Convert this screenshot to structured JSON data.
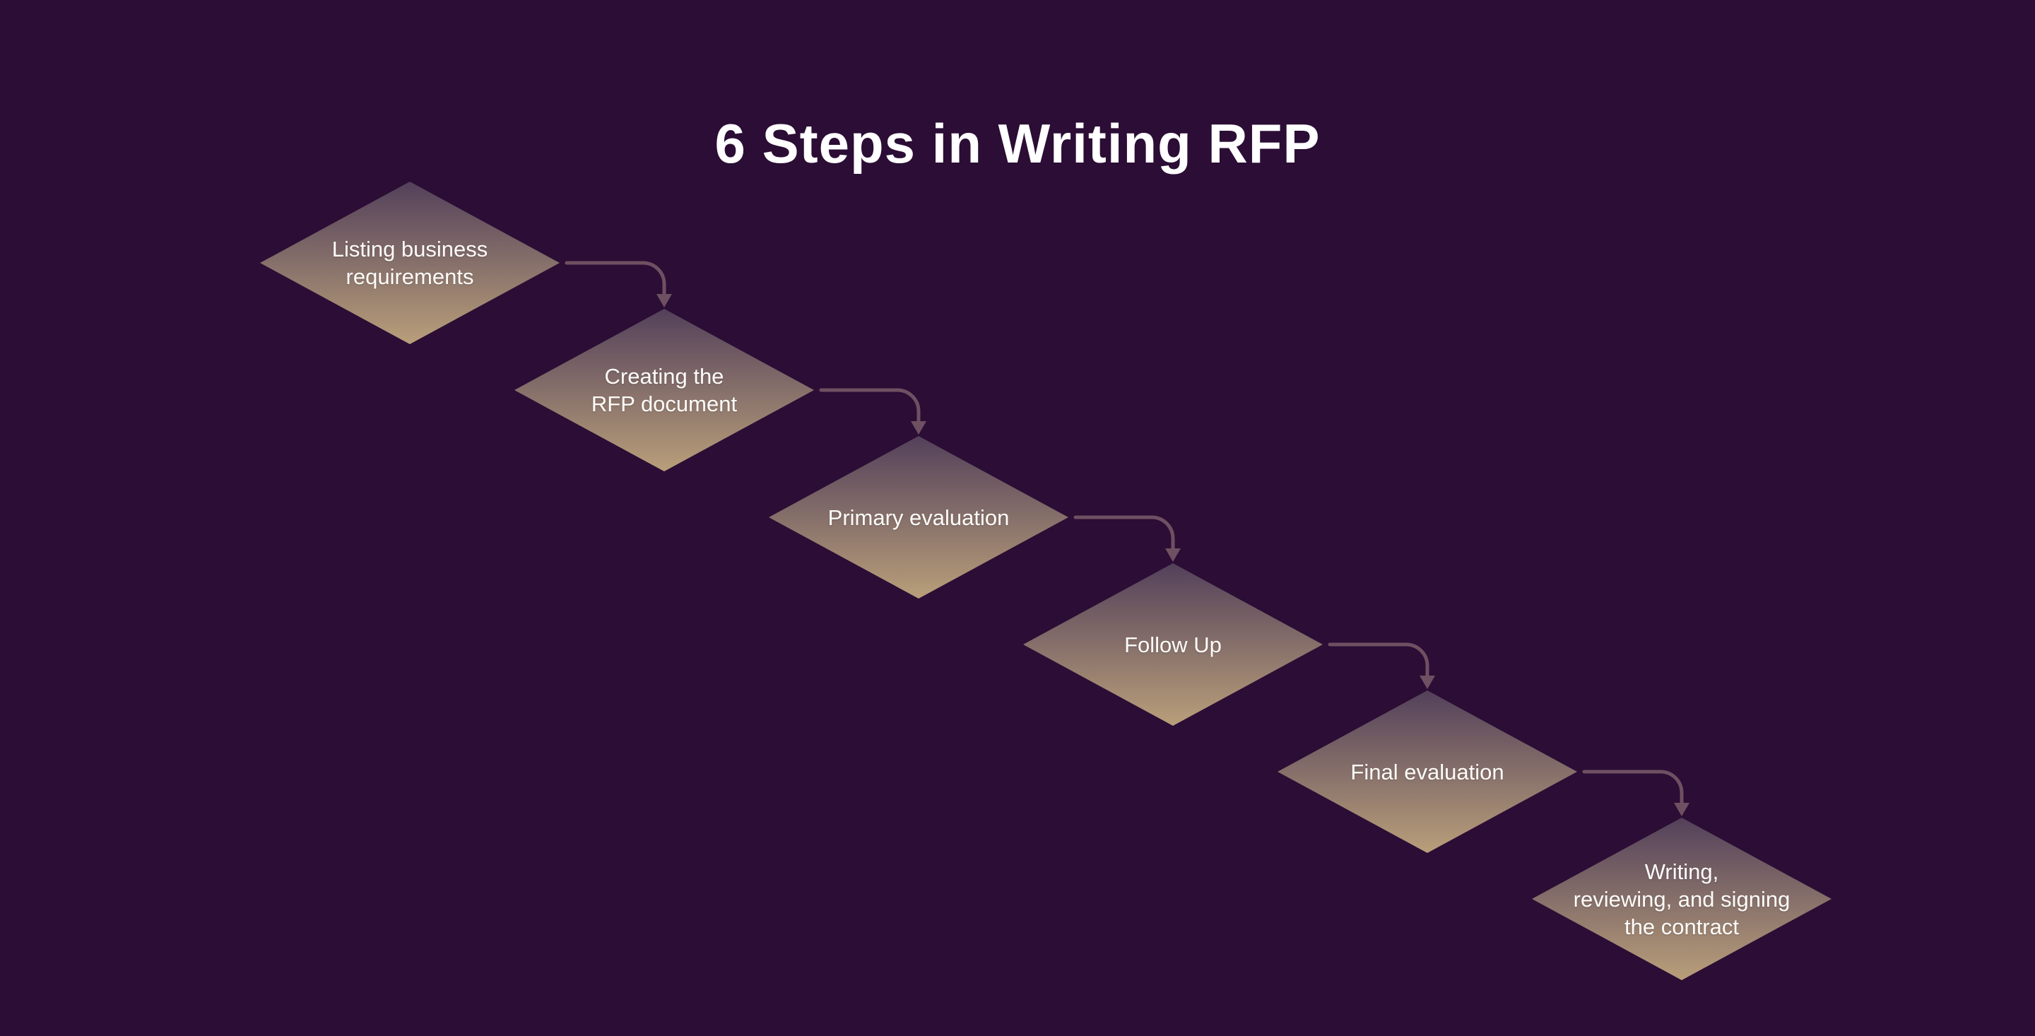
{
  "title": "6 Steps in Writing RFP",
  "colors": {
    "background": "#2b0d35",
    "diamond_gradient_top": "#53405a",
    "diamond_gradient_bottom": "#b99f7a",
    "connector": "#6f5062",
    "step_text": "#fdfcfa",
    "title_text": "#ffffff"
  },
  "steps": [
    {
      "label": "Listing business\nrequirements"
    },
    {
      "label": "Creating the\nRFP document"
    },
    {
      "label": "Primary evaluation"
    },
    {
      "label": "Follow Up"
    },
    {
      "label": "Final evaluation"
    },
    {
      "label": "Writing,\nreviewing, and signing\nthe contract"
    }
  ]
}
